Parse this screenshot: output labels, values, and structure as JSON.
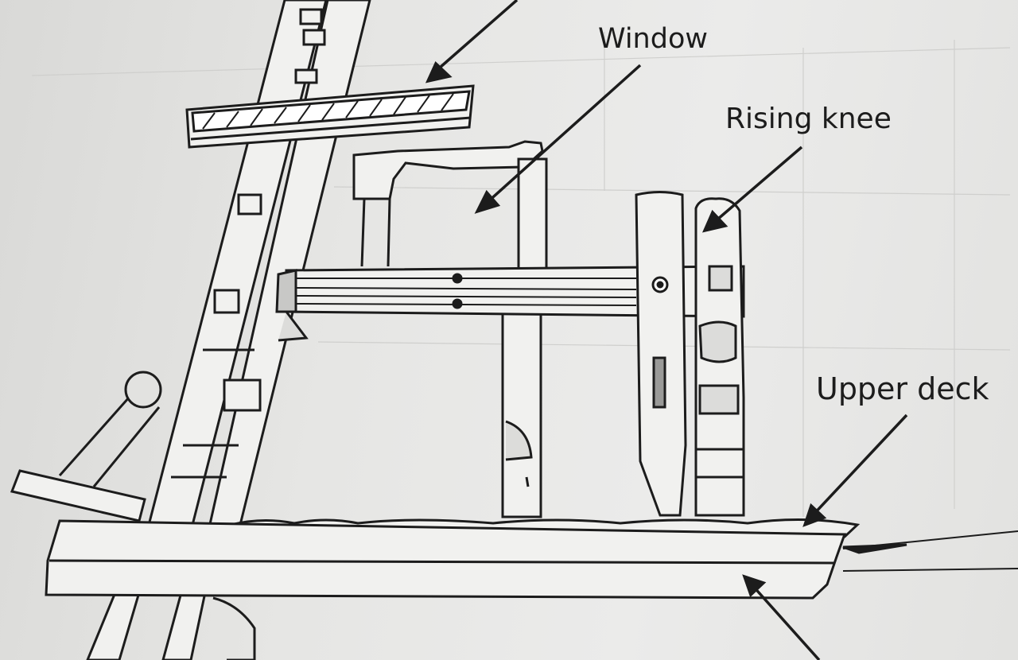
{
  "labels": {
    "window": "Window",
    "rising_knee": "Rising knee",
    "upper_deck": "Upper deck"
  },
  "colors": {
    "paper": "#e6e6e4",
    "ink": "#1c1c1c",
    "shade": "#9a9a98",
    "wood_fill": "#f1f1ef"
  }
}
